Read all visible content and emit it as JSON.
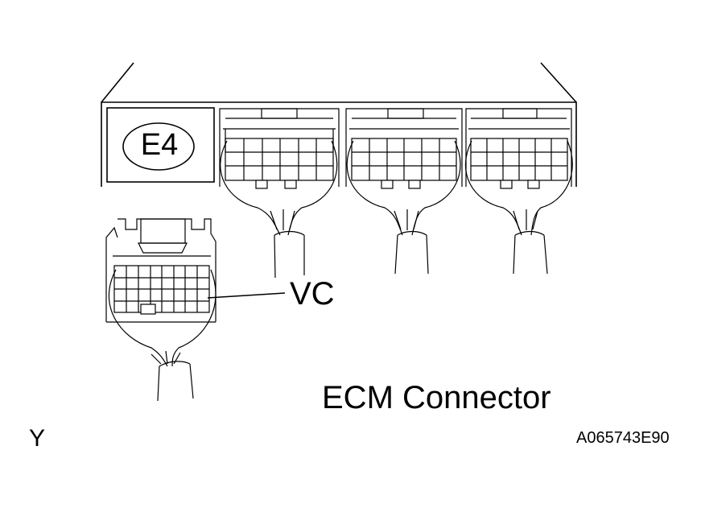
{
  "labels": {
    "connector_tag": "E4",
    "pin_callout": "VC",
    "caption": "ECM Connector",
    "corner_mark": "Y",
    "figure_code": "A065743E90"
  },
  "colors": {
    "line": "#000000",
    "background": "#ffffff"
  }
}
